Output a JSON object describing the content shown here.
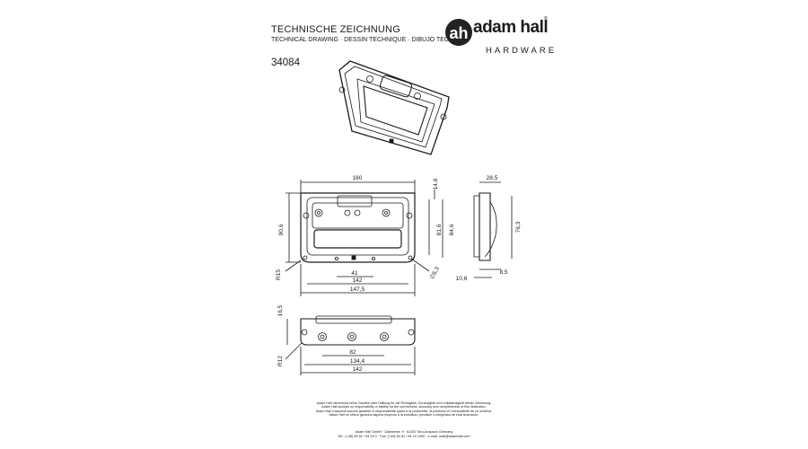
{
  "header": {
    "title": "TECHNISCHE ZEICHNUNG",
    "subtitle": "TECHNICAL DRAWING · DESSIN TECHNIQUE · DIBUJO TECHNICO",
    "part_number": "34084"
  },
  "logo": {
    "brand": "adam hall",
    "tagline": "HARDWARE",
    "registered": "®"
  },
  "dimensions": {
    "top_width": "160",
    "top_offset": "14,6",
    "height_total": "90,6",
    "height_inner_a": "81,6",
    "height_inner_b": "84,6",
    "radius_corner": "R15",
    "hole_dia": "∅5,3",
    "hole_spacing": "41",
    "width_inner": "142",
    "width_outer": "147,5",
    "side_depth": "28,5",
    "side_height": "76,3",
    "side_offset": "8,5",
    "side_bottom": "10,6",
    "bottom_height": "16,5",
    "bottom_radius": "R12",
    "bottom_span_a": "82",
    "bottom_span_b": "134,4",
    "bottom_span_c": "142"
  },
  "disclaimer": {
    "line1": "Adam Hall übernimmt keine Gewähr oder Haftung für die Richtigkeit, Genauigkeit und Vollständigkeit dieser Zeichnung.",
    "line2": "Adam Hall accepts no responsibility or liability for the correctness, accuracy and completeness of this illustration.",
    "line3": "Adam Hall n'assume aucune garantie ni responsabilité quant à la conformité, la précision et l'exhaustivité de ce schéma.",
    "line4": "Adam Hall no ofrece garantía alguna respecto a la exactitud, precisión o integridad de esta ilustración."
  },
  "footer": {
    "line1": "Adam Hall GmbH · Daimlerstr. 9 · 61267 Neu-Anspach Germany",
    "line2": "Tel.: (+49) 60 81 / 94 19 0 · Fax: (+49) 60 81 / 94 19 1000 · e-mail: mail@adamhall.com"
  }
}
